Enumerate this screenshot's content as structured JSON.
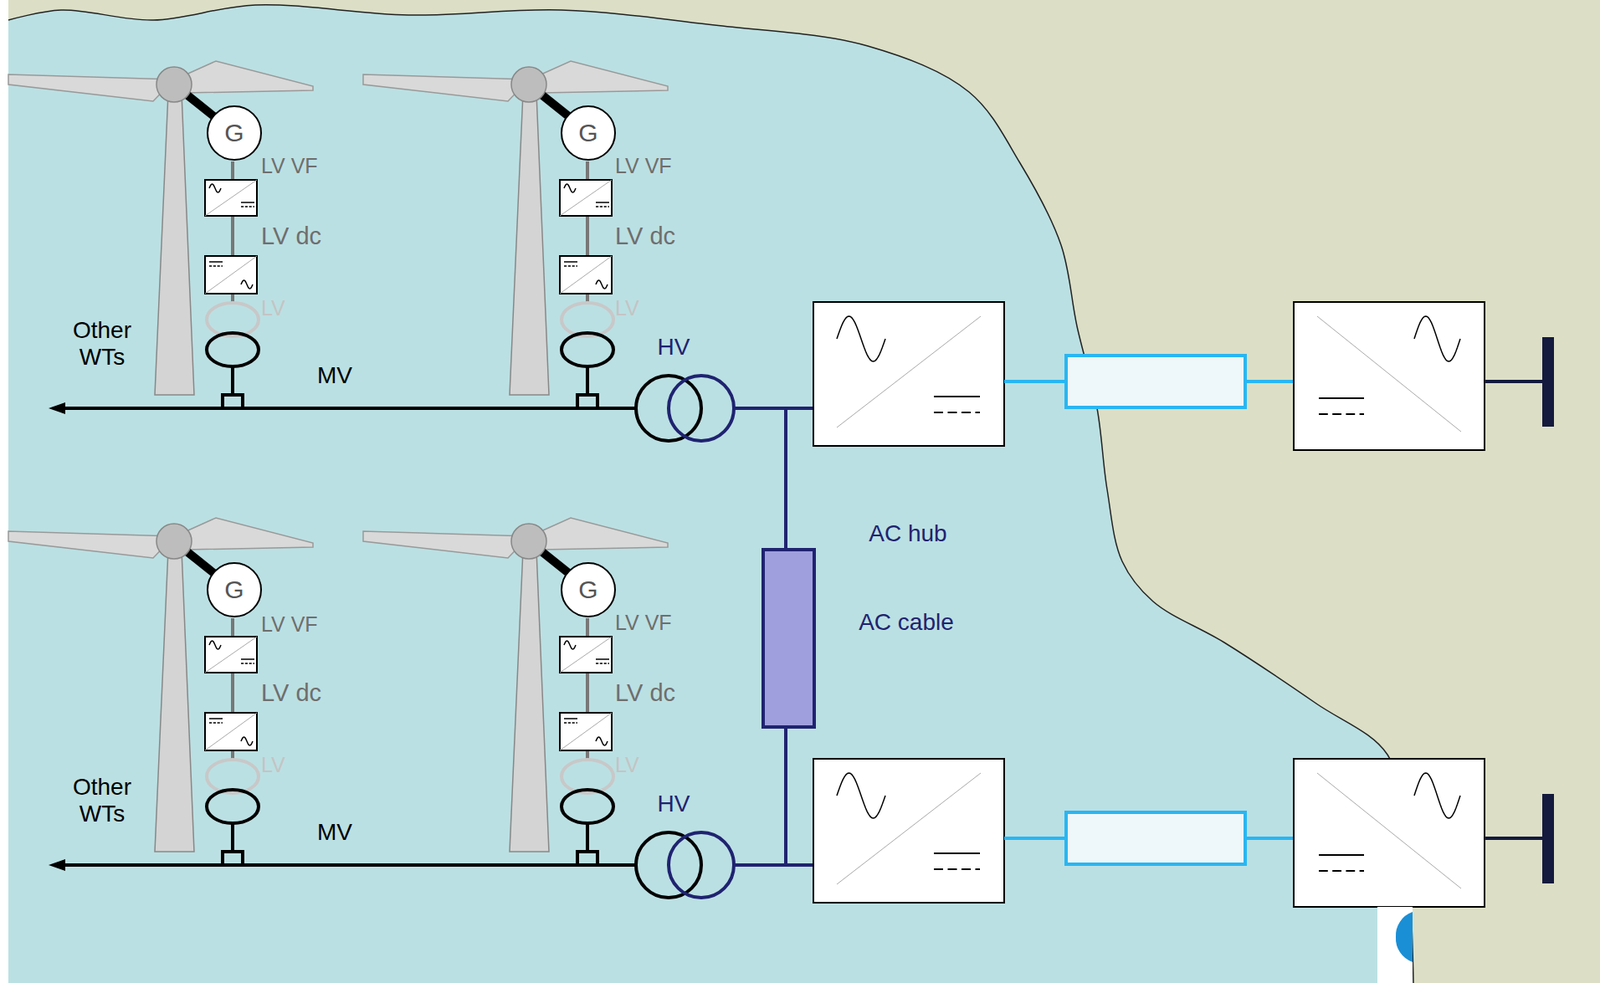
{
  "diagram": {
    "nodes": [
      {
        "text": [
          "G"
        ]
      },
      {
        "text": [
          "G"
        ]
      },
      {
        "text": [
          "G"
        ]
      },
      {
        "text": [
          "G"
        ]
      }
    ],
    "labels": [
      "LV VF",
      "LV dc",
      "LV",
      "LV VF",
      "LV dc",
      "LV",
      "Other WTs",
      "MV",
      "HV",
      "AC hub",
      "AC cable",
      "LV VF",
      "LV dc",
      "LV",
      "LV VF",
      "LV dc",
      "LV",
      "Other WTs",
      "MV",
      "HV"
    ]
  }
}
